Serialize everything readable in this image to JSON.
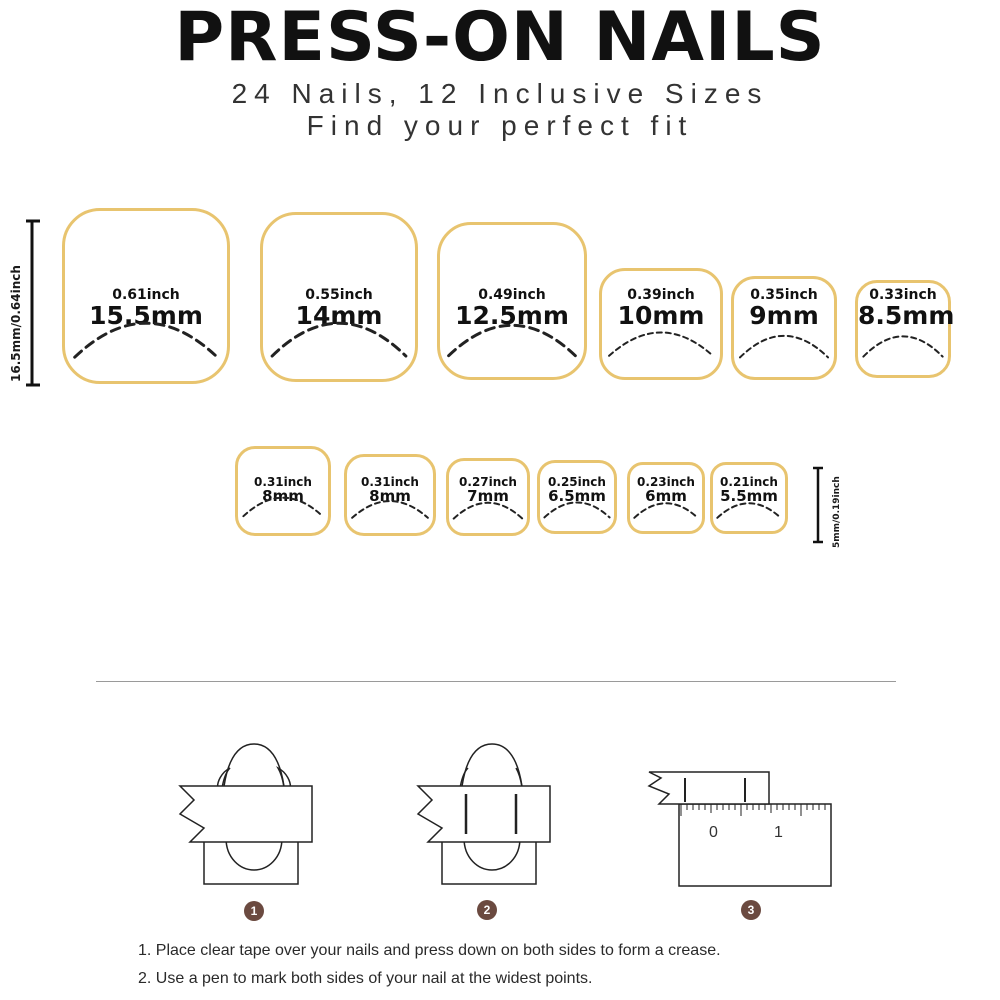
{
  "header": {
    "title": "PRESS-ON NAILS",
    "subtitle_line1": "24 Nails, 12 Inclusive Sizes",
    "subtitle_line2": "Find your perfect fit"
  },
  "large_nails": [
    {
      "inch": "0.61inch",
      "mm": "15.5mm"
    },
    {
      "inch": "0.55inch",
      "mm": "14mm"
    },
    {
      "inch": "0.49inch",
      "mm": "12.5mm"
    },
    {
      "inch": "0.39inch",
      "mm": "10mm"
    },
    {
      "inch": "0.35inch",
      "mm": "9mm"
    },
    {
      "inch": "0.33inch",
      "mm": "8.5mm"
    }
  ],
  "small_nails": [
    {
      "inch": "0.31inch",
      "mm": "8mm"
    },
    {
      "inch": "0.31inch",
      "mm": "8mm"
    },
    {
      "inch": "0.27inch",
      "mm": "7mm"
    },
    {
      "inch": "0.25inch",
      "mm": "6.5mm"
    },
    {
      "inch": "0.23inch",
      "mm": "6mm"
    },
    {
      "inch": "0.21inch",
      "mm": "5.5mm"
    }
  ],
  "length_labels": {
    "large": "16.5mm/0.64inch",
    "small": "5mm/0.19inch"
  },
  "ruler": {
    "tick0": "0",
    "tick1": "1"
  },
  "steps": {
    "badge1": "1",
    "badge2": "2",
    "badge3": "3",
    "step1": "1. Place clear tape over your nails and press down on both sides to form a crease.",
    "step2": "2. Use a pen to mark both sides of your nail at the widest points."
  },
  "colors": {
    "nail_outline": "#e8c46f",
    "badge": "#6b4a40"
  }
}
